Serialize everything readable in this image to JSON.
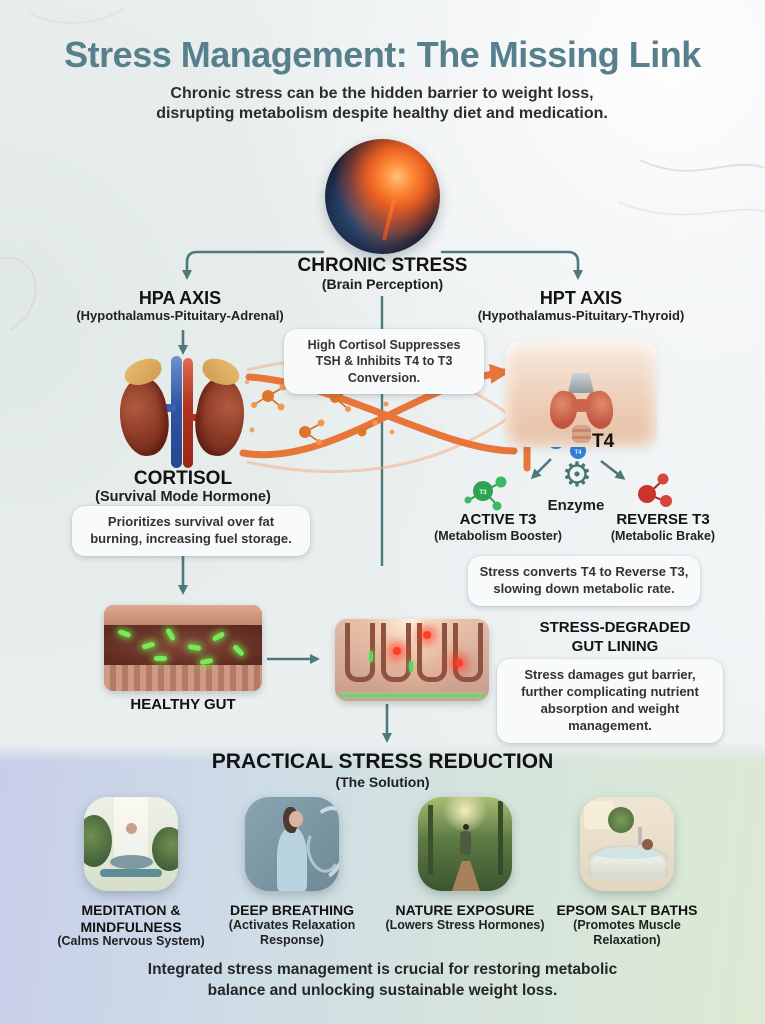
{
  "header": {
    "title": "Stress Management: The Missing Link",
    "subtitle": "Chronic stress can be the hidden barrier to weight loss, disrupting metabolism despite healthy diet and medication."
  },
  "flow": {
    "chronic_stress": {
      "label": "CHRONIC STRESS",
      "sub": "(Brain Perception)"
    },
    "hpa_axis": {
      "label": "HPA AXIS",
      "sub": "(Hypothalamus-Pituitary-Adrenal)"
    },
    "hpt_axis": {
      "label": "HPT AXIS",
      "sub": "(Hypothalamus-Pituitary-Thyroid)"
    },
    "cortisol_callout": "High Cortisol Suppresses TSH & Inhibits T4 to T3 Conversion.",
    "cortisol": {
      "label": "CORTISOL",
      "sub": "(Survival Mode Hormone)",
      "note": "Prioritizes survival over fat burning, increasing fuel storage."
    },
    "t4": {
      "label": "T4"
    },
    "enzyme": {
      "label": "Enzyme",
      "glyph": "⚙"
    },
    "active_t3": {
      "label": "ACTIVE T3",
      "sub": "(Metabolism Booster)"
    },
    "reverse_t3": {
      "label": "REVERSE T3",
      "sub": "(Metabolic Brake)"
    },
    "reverse_callout": "Stress converts T4 to Reverse T3, slowing down metabolic rate.",
    "healthy_gut": {
      "label": "HEALTHY GUT"
    },
    "degraded_gut": {
      "label": "STRESS-DEGRADED GUT LINING",
      "note": "Stress damages gut barrier, further complicating nutrient absorption and weight management."
    }
  },
  "solution": {
    "title": "PRACTICAL STRESS REDUCTION",
    "sub": "(The Solution)",
    "cards": [
      {
        "label": "MEDITATION & MINDFULNESS",
        "sub": "(Calms Nervous System)"
      },
      {
        "label": "DEEP BREATHING",
        "sub": "(Activates Relaxation Response)"
      },
      {
        "label": "NATURE EXPOSURE",
        "sub": "(Lowers Stress Hormones)"
      },
      {
        "label": "EPSOM SALT BATHS",
        "sub": "(Promotes Muscle Relaxation)"
      }
    ],
    "footer": "Integrated stress management is crucial for restoring metabolic balance and unlocking sustainable weight loss."
  },
  "colors": {
    "title_teal": "#57808c",
    "accent_teal": "#4c7a7a",
    "accent_orange": "#e8753a",
    "callout_bg": "#f8fafb"
  }
}
